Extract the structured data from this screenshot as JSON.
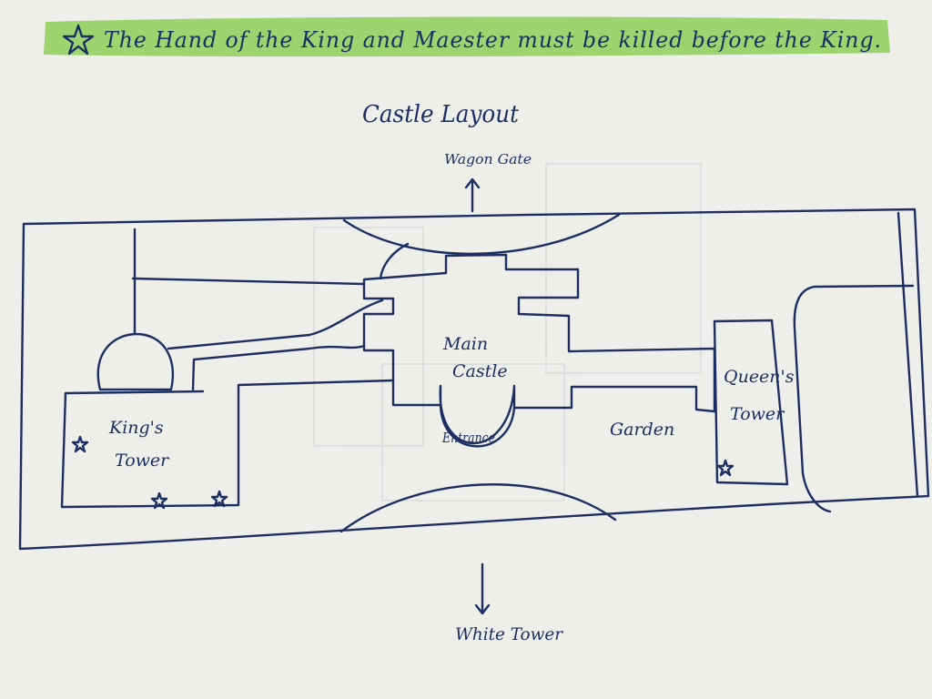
{
  "note": {
    "text": "The Hand of the King and Maester must be killed before the King.",
    "highlight_color": "#8fcf5a",
    "icon": "star-icon"
  },
  "title": "Castle Layout",
  "directions": {
    "north": "Wagon Gate",
    "south": "White Tower"
  },
  "rooms": {
    "main_castle": [
      "Main",
      "Castle"
    ],
    "entrance": "Entrance",
    "garden": "Garden",
    "kings_tower": [
      "King's",
      "Tower"
    ],
    "queens_tower": [
      "Queen's",
      "Tower"
    ]
  },
  "markers": {
    "icon": "star-icon",
    "kings_tower_count": 3,
    "queens_tower_count": 1
  },
  "colors": {
    "ink": "#1c2f63",
    "paper": "#eeeeea",
    "highlight": "#8fcf5a"
  }
}
